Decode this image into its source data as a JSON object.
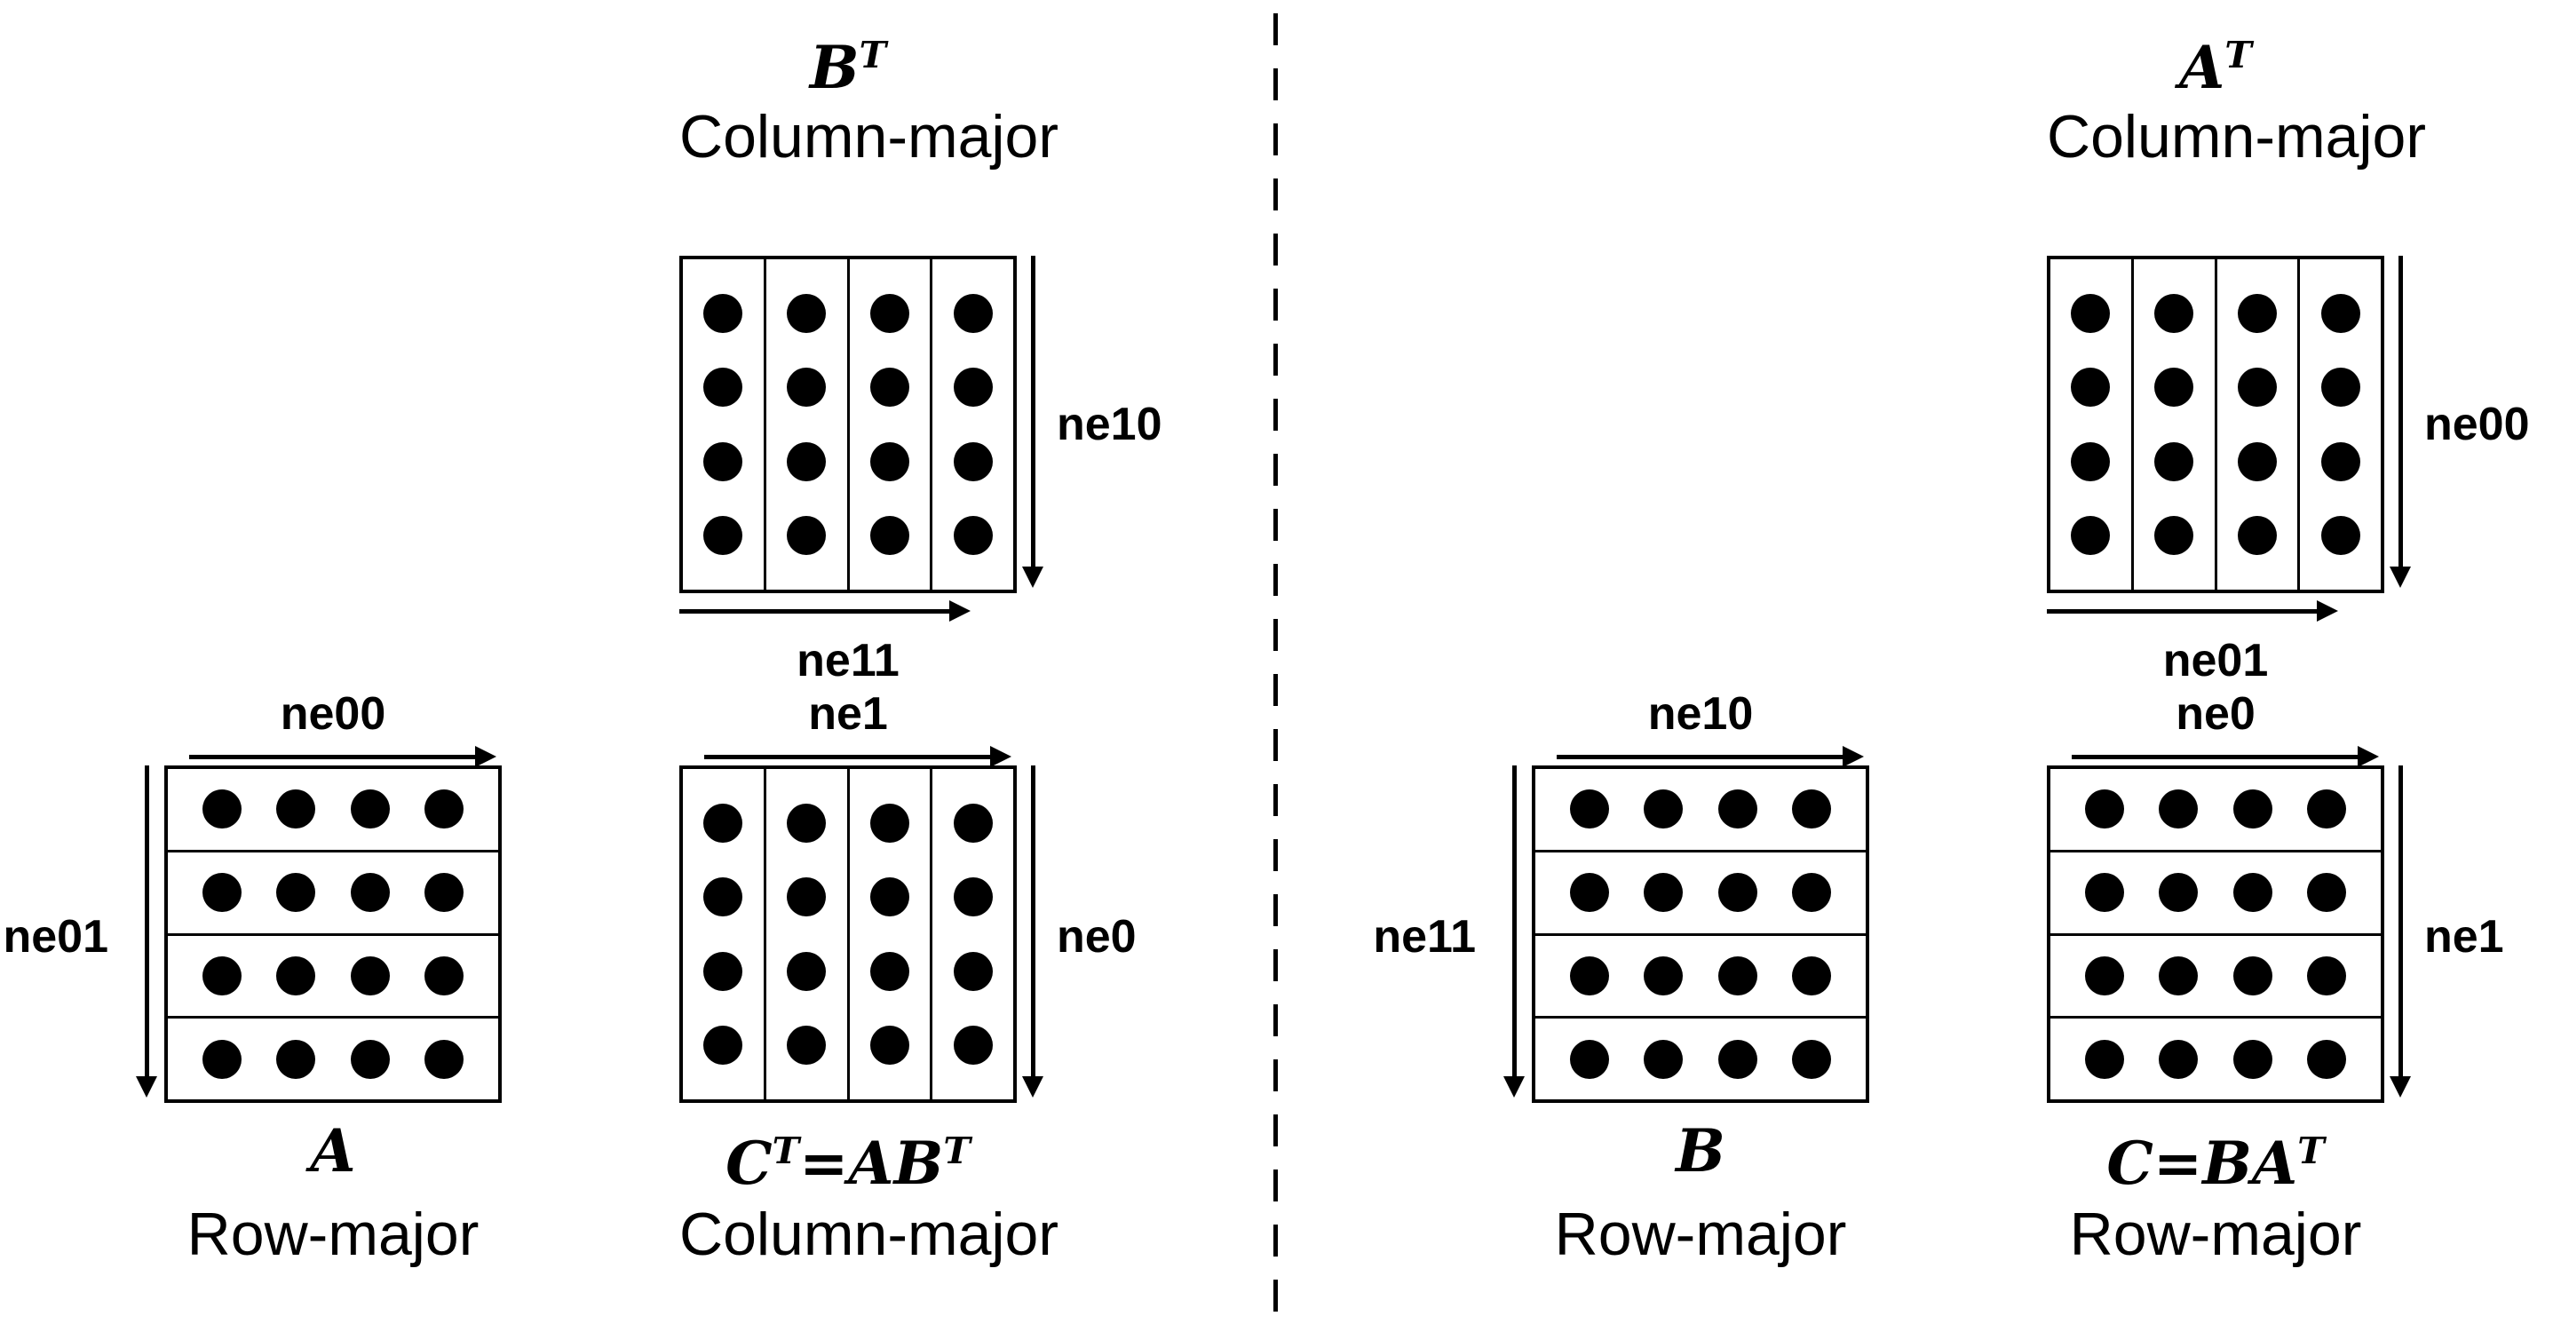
{
  "colors": {
    "ink": "#000000",
    "background": "#ffffff"
  },
  "grid": {
    "rows": 4,
    "cols": 4
  },
  "figures": {
    "bt": {
      "title_segments": [
        {
          "t": "B"
        },
        {
          "t": "T",
          "sup": true
        }
      ],
      "major": "Column-major",
      "orientation": "column",
      "right_label": "ne10",
      "bottom_label": "ne11"
    },
    "at": {
      "title_segments": [
        {
          "t": "A"
        },
        {
          "t": "T",
          "sup": true
        }
      ],
      "major": "Column-major",
      "orientation": "column",
      "right_label": "ne00",
      "bottom_label": "ne01"
    },
    "a": {
      "title_segments": [
        {
          "t": "A"
        }
      ],
      "major": "Row-major",
      "orientation": "row",
      "top_label": "ne00",
      "left_label": "ne01"
    },
    "ct": {
      "title_segments": [
        {
          "t": "C"
        },
        {
          "t": "T",
          "sup": true
        },
        {
          "t": "=AB"
        },
        {
          "t": "T",
          "sup": true
        }
      ],
      "major": "Column-major",
      "orientation": "column",
      "top_label": "ne1",
      "right_label": "ne0"
    },
    "b": {
      "title_segments": [
        {
          "t": "B"
        }
      ],
      "major": "Row-major",
      "orientation": "row",
      "top_label": "ne10",
      "left_label": "ne11"
    },
    "c": {
      "title_segments": [
        {
          "t": "C=BA"
        },
        {
          "t": "T",
          "sup": true
        }
      ],
      "major": "Row-major",
      "orientation": "row",
      "top_label": "ne0",
      "right_label": "ne1"
    }
  }
}
